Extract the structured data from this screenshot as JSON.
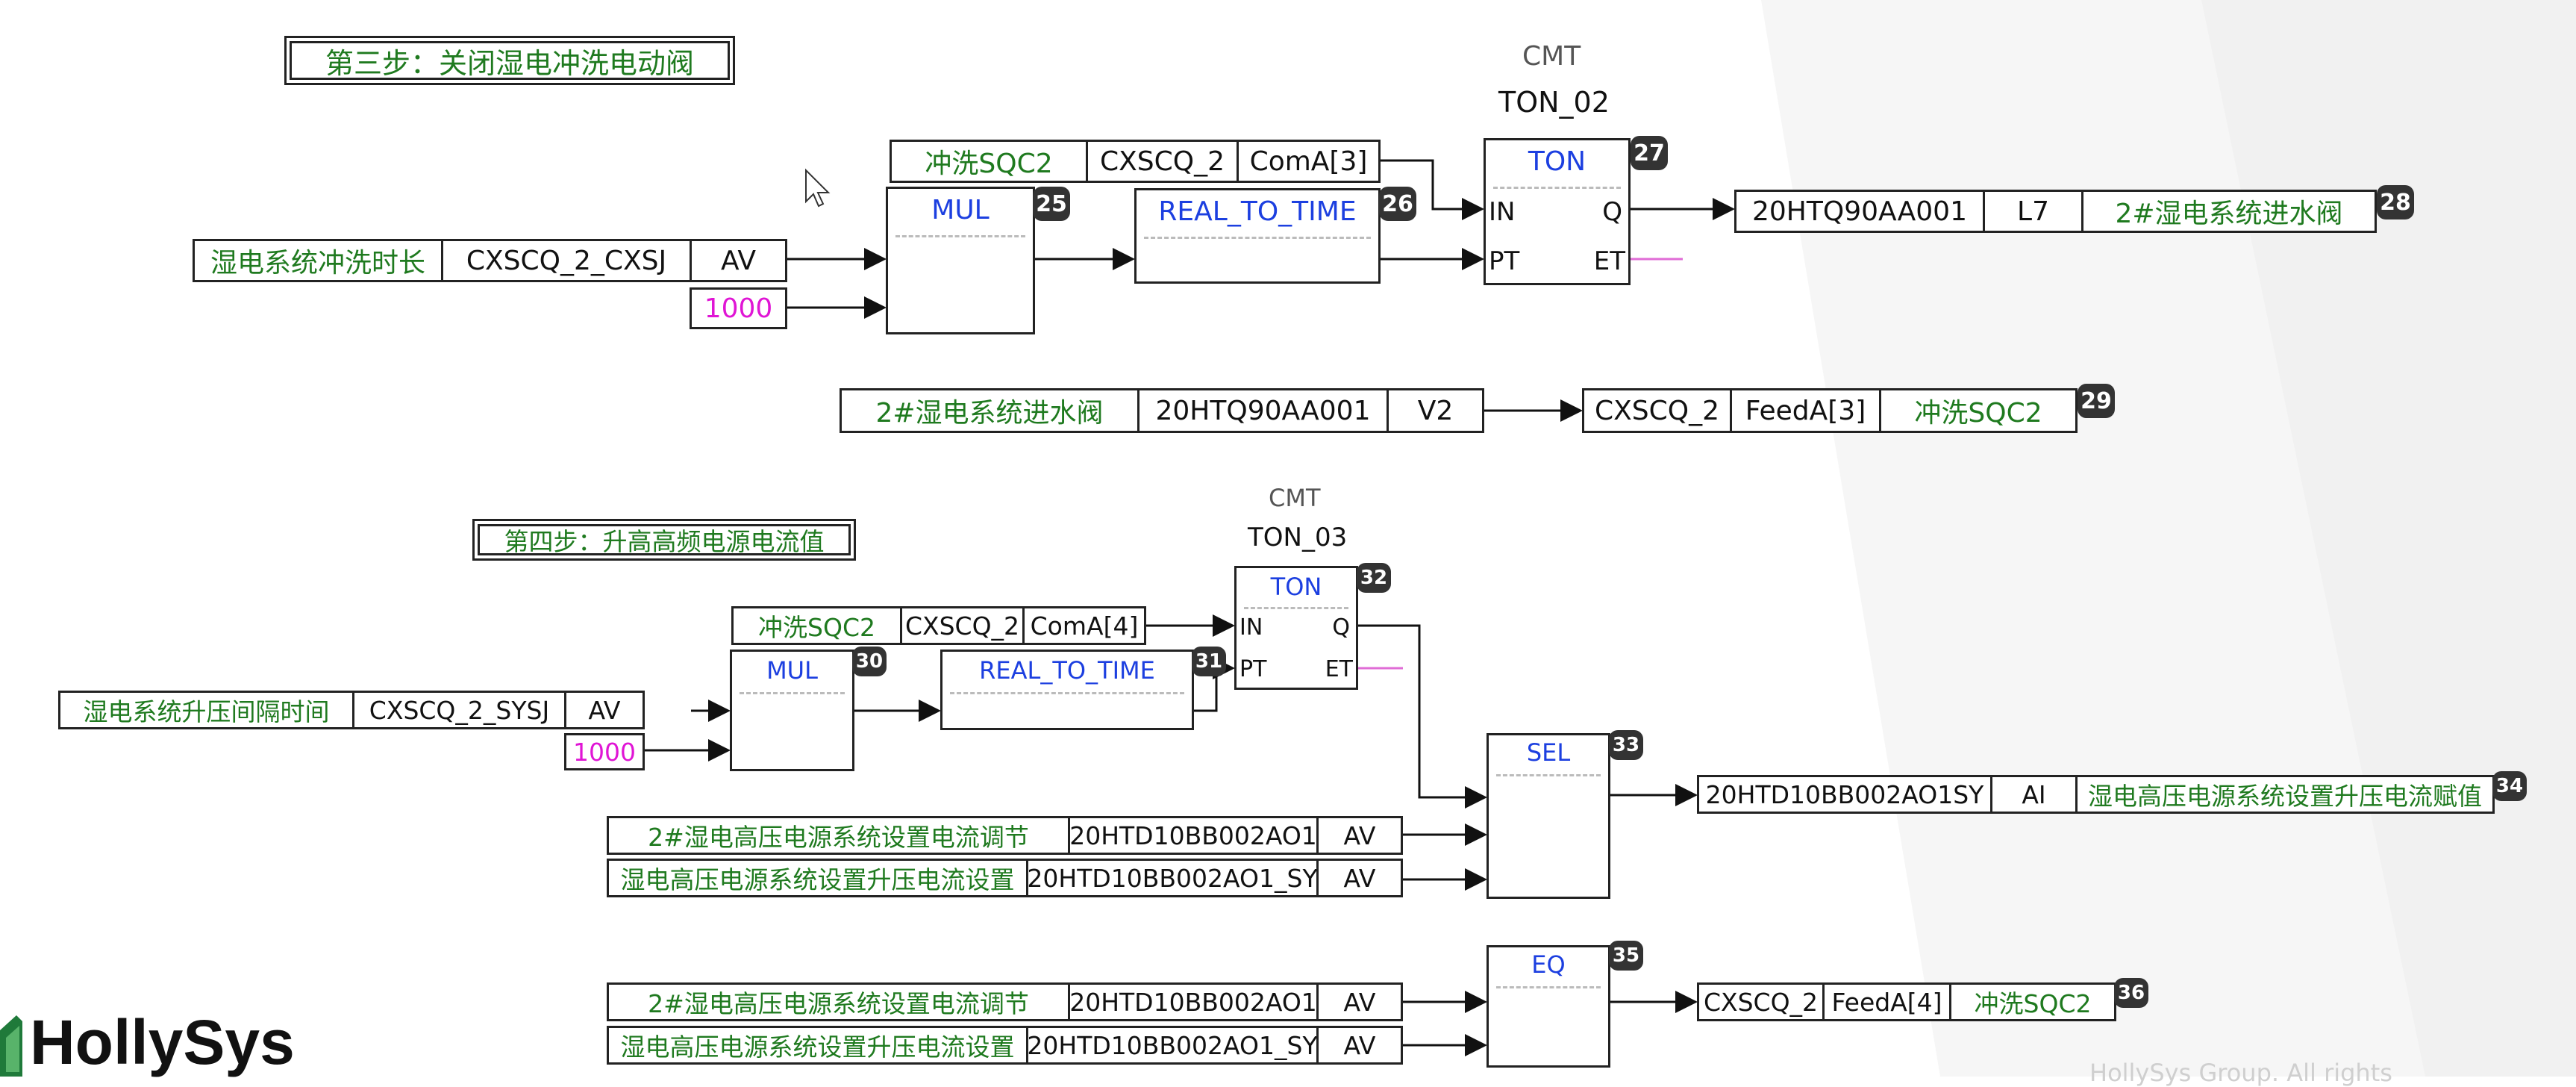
{
  "step3": {
    "title": "第三步：关闭湿电冲洗电动阀",
    "cmt": "CMT",
    "timer_name": "TON_02",
    "top_inputs": [
      "冲洗SQC2",
      "CXSCQ_2",
      "ComA[3]"
    ],
    "duration_input": [
      "湿电系统冲洗时长",
      "CXSCQ_2_CXSJ",
      "AV"
    ],
    "constant": "1000",
    "mul": {
      "name": "MUL",
      "id": "25"
    },
    "real_to_time": {
      "name": "REAL_TO_TIME",
      "id": "26"
    },
    "ton": {
      "name": "TON",
      "id": "27",
      "in": "IN",
      "pt": "PT",
      "q": "Q",
      "et": "ET"
    },
    "output_q": {
      "cells": [
        "20HTQ90AA001",
        "L7",
        "2#湿电系统进水阀"
      ],
      "id": "28"
    },
    "feedback": {
      "source": [
        "2#湿电系统进水阀",
        "20HTQ90AA001",
        "V2"
      ],
      "target": [
        "CXSCQ_2",
        "FeedA[3]",
        "冲洗SQC2"
      ],
      "id": "29"
    }
  },
  "step4": {
    "title": "第四步：升高高频电源电流值",
    "cmt": "CMT",
    "timer_name": "TON_03",
    "top_inputs": [
      "冲洗SQC2",
      "CXSCQ_2",
      "ComA[4]"
    ],
    "interval_input": [
      "湿电系统升压间隔时间",
      "CXSCQ_2_SYSJ",
      "AV"
    ],
    "constant": "1000",
    "mul": {
      "name": "MUL",
      "id": "30"
    },
    "real_to_time": {
      "name": "REAL_TO_TIME",
      "id": "31"
    },
    "ton": {
      "name": "TON",
      "id": "32",
      "in": "IN",
      "pt": "PT",
      "q": "Q",
      "et": "ET"
    },
    "sel": {
      "name": "SEL",
      "id": "33"
    },
    "sel_inputs": [
      [
        "2#湿电高压电源系统设置电流调节",
        "20HTD10BB002AO1",
        "AV"
      ],
      [
        "湿电高压电源系统设置升压电流设置",
        "20HTD10BB002AO1_SY",
        "AV"
      ]
    ],
    "sel_output": {
      "cells": [
        "20HTD10BB002AO1SY",
        "AI",
        "湿电高压电源系统设置升压电流赋值"
      ],
      "id": "34"
    },
    "eq": {
      "name": "EQ",
      "id": "35"
    },
    "eq_inputs": [
      [
        "2#湿电高压电源系统设置电流调节",
        "20HTD10BB002AO1",
        "AV"
      ],
      [
        "湿电高压电源系统设置升压电流设置",
        "20HTD10BB002AO1_SY",
        "AV"
      ]
    ],
    "eq_output": {
      "cells": [
        "CXSCQ_2",
        "FeedA[4]",
        "冲洗SQC2"
      ],
      "id": "36"
    }
  },
  "footer": {
    "logo_text": "HollySys",
    "copyright": "HollySys Group. All rights"
  },
  "colors": {
    "wire": "#111111",
    "name_blue": "#1c3fe0",
    "tag_green": "#1f7a1f",
    "const_magenta": "#e015d5",
    "et_pink": "#e06cd6"
  }
}
